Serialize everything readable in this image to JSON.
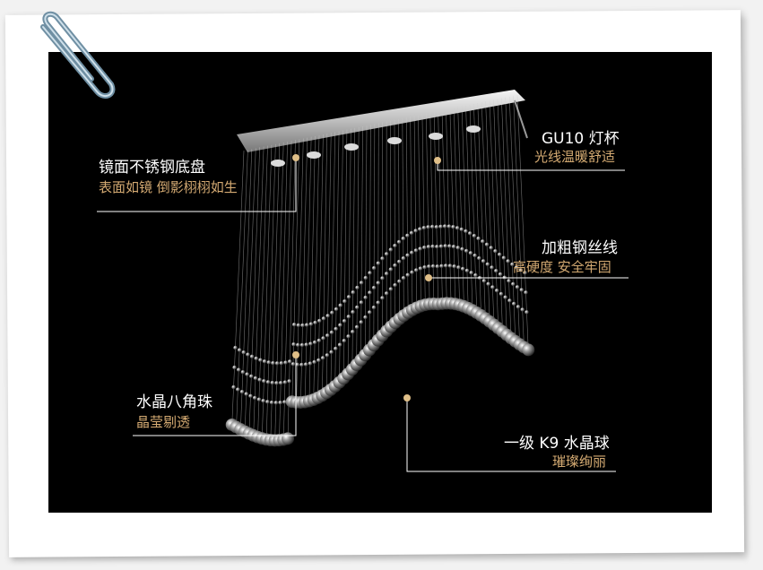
{
  "callouts": [
    {
      "title": "镜面不锈钢底盘",
      "subtitle": "表面如镜 倒影栩栩如生"
    },
    {
      "title": "GU10 灯杯",
      "subtitle": "光线温暖舒适"
    },
    {
      "title": "加粗钢丝线",
      "subtitle": "高硬度 安全牢固"
    },
    {
      "title": "水晶八角珠",
      "subtitle": "晶莹剔透"
    },
    {
      "title": "一级 K9 水晶球",
      "subtitle": "璀璨绚丽"
    }
  ],
  "colors": {
    "background": "#000000",
    "title_text": "#ffffff",
    "subtitle_text": "#d4aa72",
    "dot": "#e0bf88",
    "frame": "#ffffff"
  },
  "icons": [
    "paperclip-icon"
  ]
}
